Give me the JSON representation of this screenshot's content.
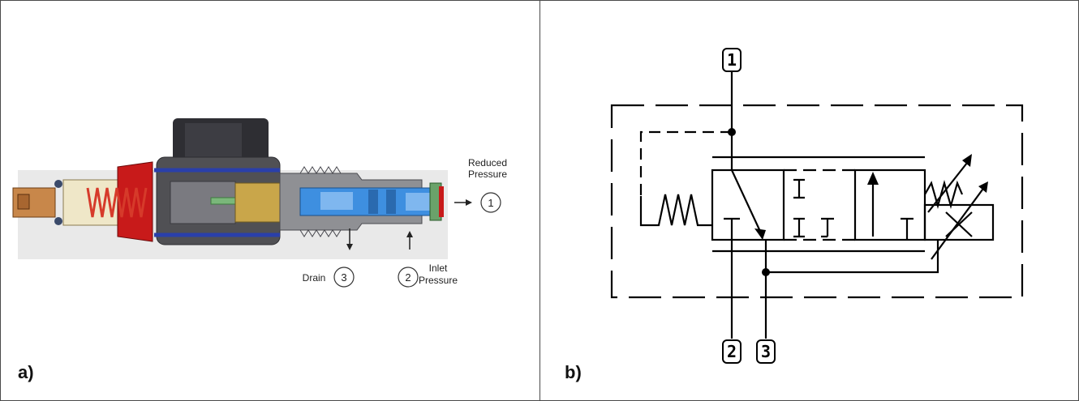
{
  "panel_a": {
    "label": "a)",
    "annotations": {
      "reduced_line1": "Reduced",
      "reduced_line2": "Pressure",
      "port1": "1",
      "drain": "Drain",
      "port3": "3",
      "port2": "2",
      "inlet_line1": "Inlet",
      "inlet_line2": "Pressure"
    },
    "colors": {
      "handle": "#c8874a",
      "spring": "#d63a2a",
      "body": "#505054",
      "coil": "#34343a",
      "insert": "#2a3faa",
      "cartridge": "#8f9094",
      "spool": "#3e8fe0",
      "pin": "#7ab77a"
    }
  },
  "panel_b": {
    "label": "b)",
    "ports": {
      "top": "1",
      "bottom_left": "2",
      "bottom_right": "3"
    }
  }
}
